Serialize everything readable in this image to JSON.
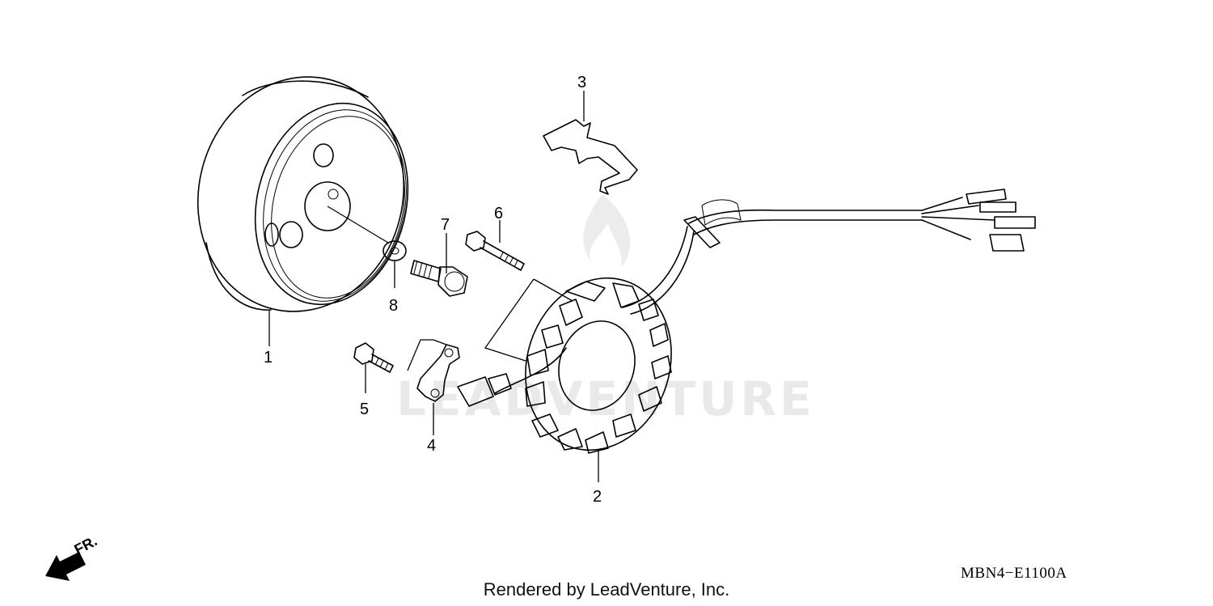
{
  "watermark": {
    "text": "LEADVENTURE"
  },
  "diagram": {
    "code": "MBN4−E1100A",
    "front_marker": "FR."
  },
  "callouts": [
    {
      "id": "1",
      "label": "1"
    },
    {
      "id": "2",
      "label": "2"
    },
    {
      "id": "3",
      "label": "3"
    },
    {
      "id": "4",
      "label": "4"
    },
    {
      "id": "5",
      "label": "5"
    },
    {
      "id": "6",
      "label": "6"
    },
    {
      "id": "7",
      "label": "7"
    },
    {
      "id": "8",
      "label": "8"
    }
  ],
  "footer": {
    "credit": "Rendered by LeadVenture, Inc."
  }
}
